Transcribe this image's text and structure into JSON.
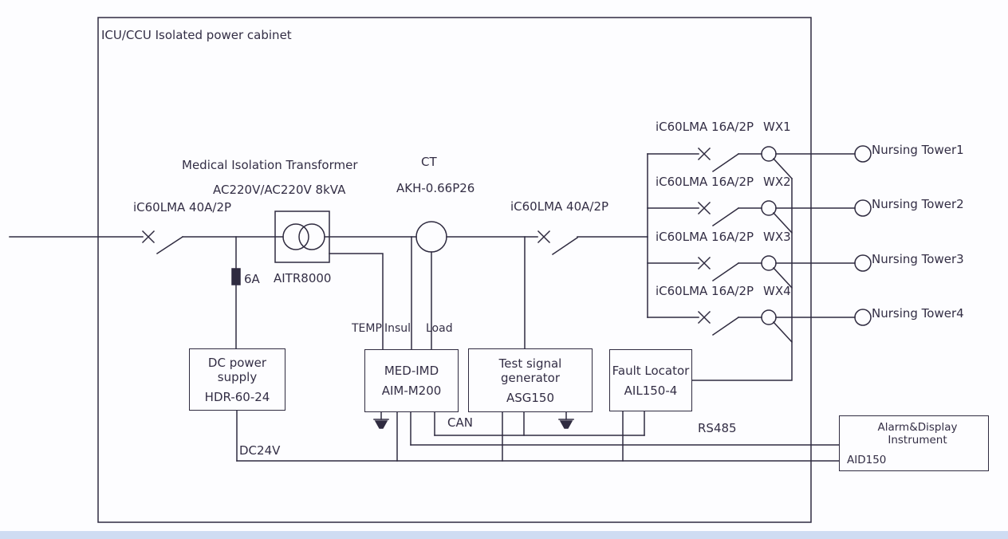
{
  "title": "ICU/CCU Isolated power cabinet",
  "colors": {
    "line": "#2f2b40",
    "text": "#332e45",
    "footer_strip": "#cfdcf2",
    "background": "#fdfdff"
  },
  "main_line": {
    "incoming_breaker": "iC60LMA 40A/2P",
    "transformer_title": "Medical Isolation Transformer",
    "transformer_rating": "AC220V/AC220V 8kVA",
    "transformer_model": "AITR8000",
    "fuse_rating": "6A",
    "ct_label": "CT",
    "ct_model": "AKH-0.66P26",
    "outgoing_breaker": "iC60LMA 40A/2P"
  },
  "monitor_taps": {
    "temp": "TEMP",
    "insul": "Insul",
    "load": "Load"
  },
  "devices": {
    "dc_power_supply": {
      "name": "DC power supply",
      "model": "HDR-60-24"
    },
    "med_imd": {
      "name": "MED-IMD",
      "model": "AIM-M200"
    },
    "test_signal_generator": {
      "name": "Test signal generator",
      "model": "ASG150"
    },
    "fault_locator": {
      "name": "Fault Locator",
      "model": "AIL150-4"
    },
    "alarm_display": {
      "name": "Alarm&Display Instrument",
      "model": "AID150"
    }
  },
  "buses": {
    "can": "CAN",
    "rs485": "RS485",
    "dc24v": "DC24V"
  },
  "branches": [
    {
      "breaker": "iC60LMA 16A/2P",
      "ct": "WX1",
      "load": "Nursing Tower1"
    },
    {
      "breaker": "iC60LMA 16A/2P",
      "ct": "WX2",
      "load": "Nursing Tower2"
    },
    {
      "breaker": "iC60LMA 16A/2P",
      "ct": "WX3",
      "load": "Nursing Tower3"
    },
    {
      "breaker": "iC60LMA 16A/2P",
      "ct": "WX4",
      "load": "Nursing Tower4"
    }
  ]
}
